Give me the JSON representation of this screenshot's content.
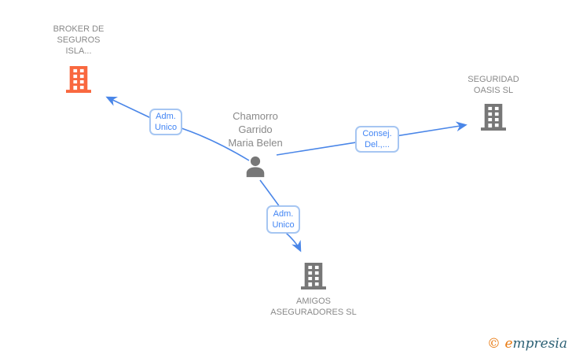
{
  "diagram": {
    "nodes": {
      "broker": {
        "label": "BROKER DE SEGUROS ISLA...",
        "type": "company"
      },
      "person": {
        "label": "Chamorro Garrido Maria Belen",
        "type": "person"
      },
      "seguridad": {
        "label": "SEGURIDAD OASIS SL",
        "type": "company"
      },
      "amigos": {
        "label": "AMIGOS ASEGURADORES SL",
        "type": "company"
      }
    },
    "edges": [
      {
        "from": "person",
        "to": "broker",
        "label": "Adm. Unico"
      },
      {
        "from": "person",
        "to": "seguridad",
        "label": "Consej. Del.,..."
      },
      {
        "from": "person",
        "to": "amigos",
        "label": "Adm. Unico"
      }
    ],
    "colors": {
      "edge_blue": "#4a86e8",
      "label_text_blue": "#4285f4",
      "label_border_blue": "#a6c6f2",
      "node_text_gray": "#898989",
      "icon_gray": "#777777",
      "icon_orange": "#f9683f"
    }
  },
  "footer": {
    "copyright_symbol": "©",
    "brand_first_letter": "e",
    "brand_rest": "mpresia"
  }
}
